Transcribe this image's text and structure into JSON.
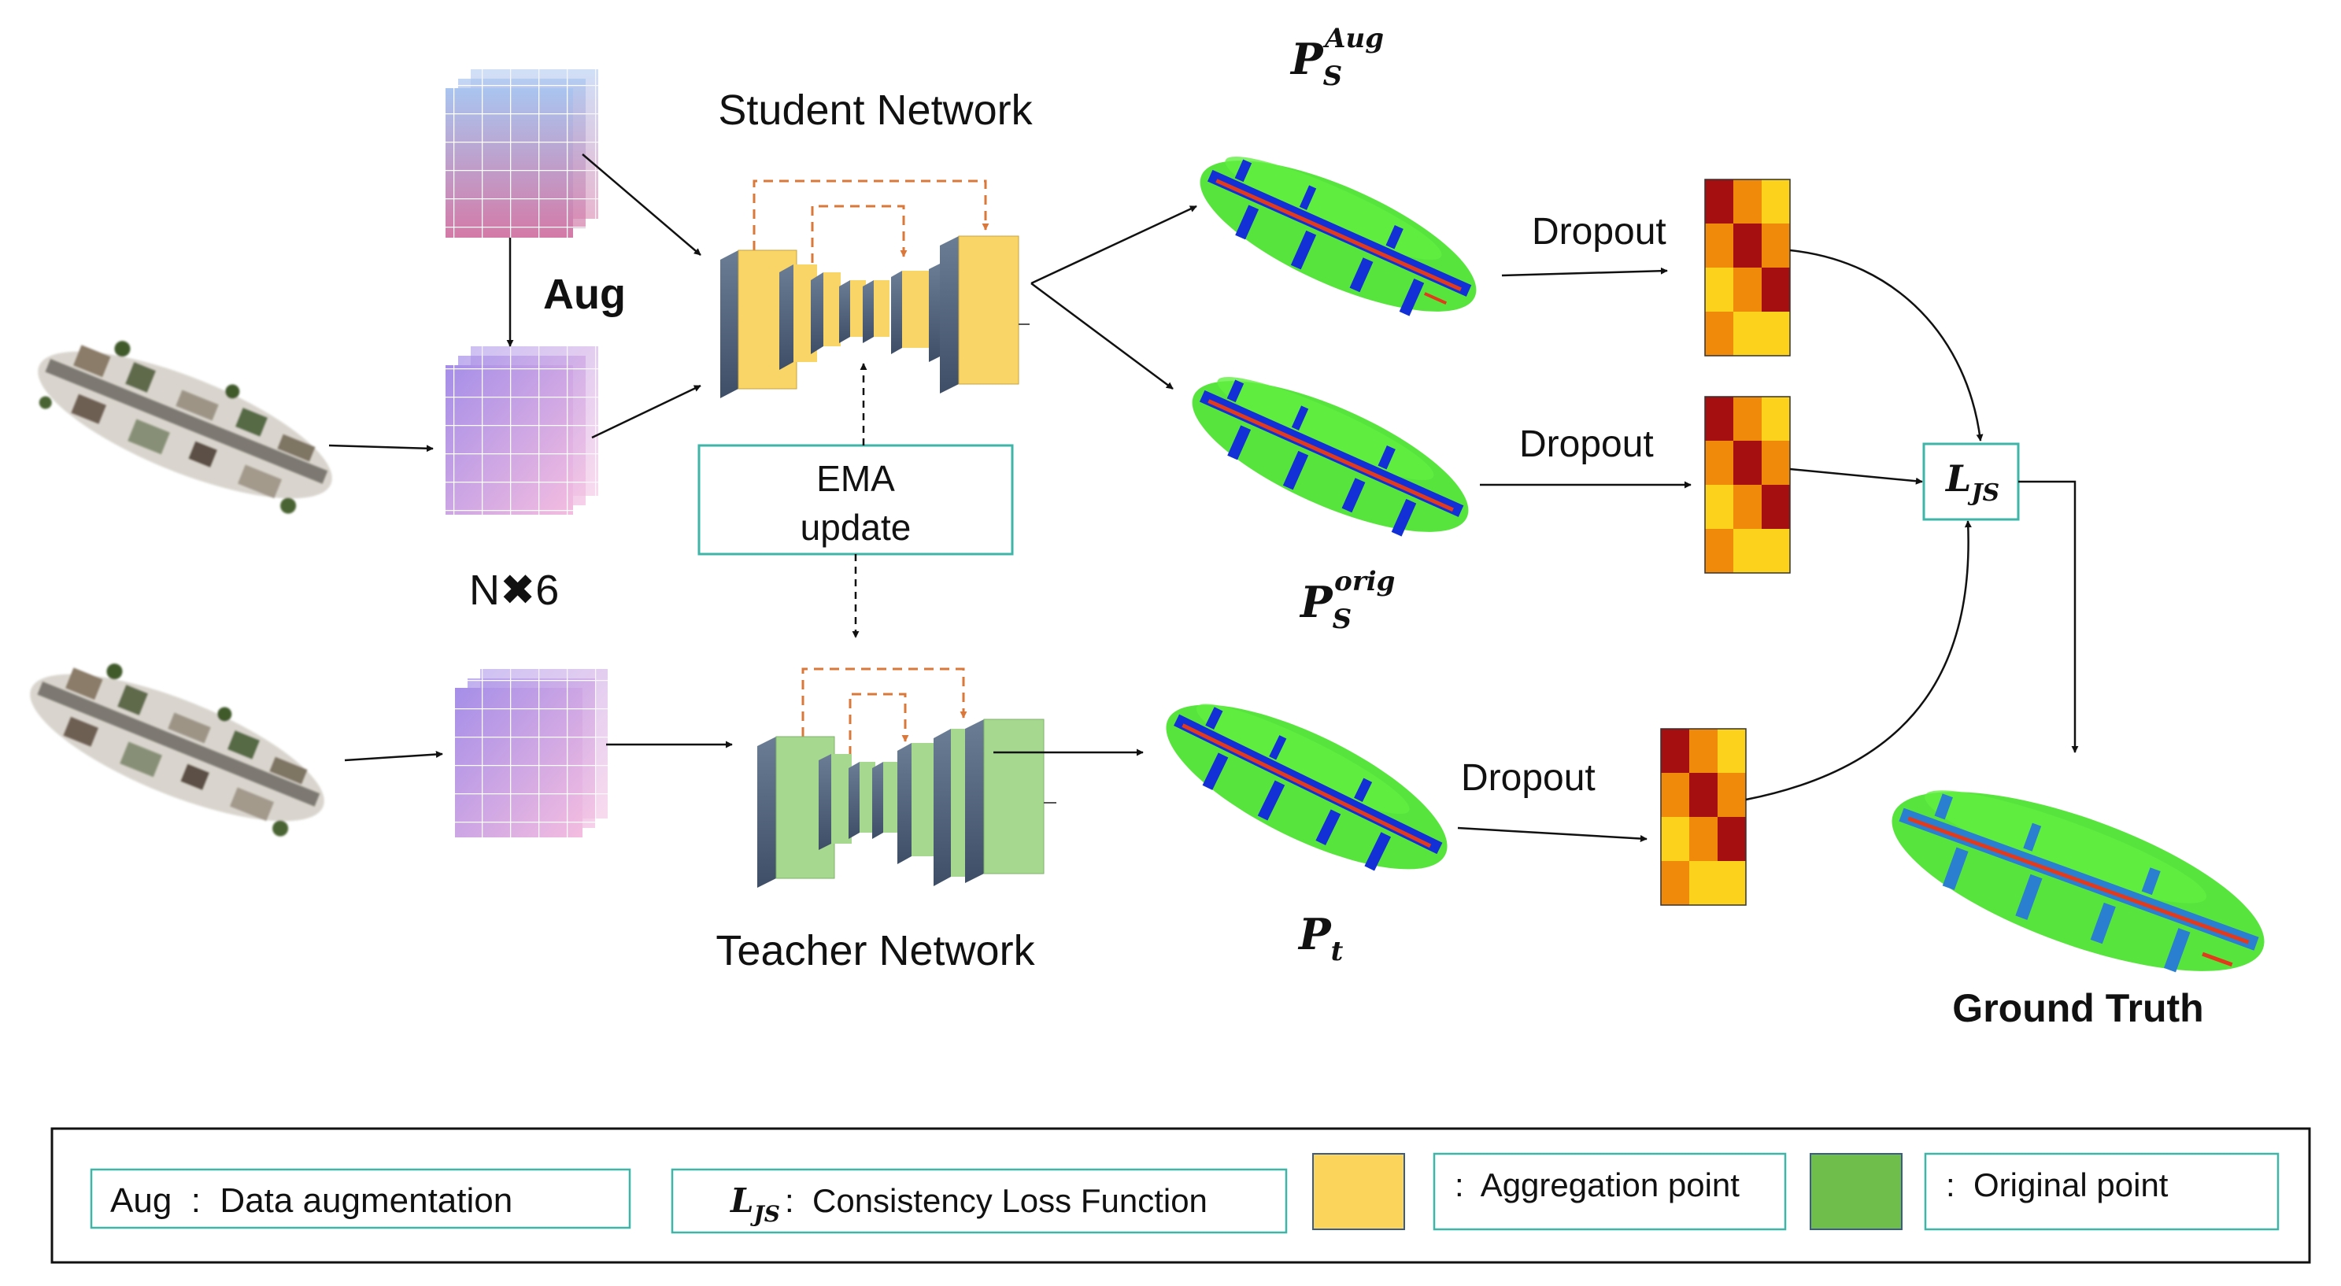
{
  "labels": {
    "student_network": "Student Network",
    "teacher_network": "Teacher Network",
    "aug": "Aug",
    "n_times_6": "N✖6",
    "ema_line1": "EMA",
    "ema_line2": "update",
    "dropout": "Dropout",
    "ground_truth": "Ground Truth",
    "loss_main": "L",
    "loss_sub": "JS",
    "ps_aug_main": "P",
    "ps_aug_sub": "S",
    "ps_aug_sup": "Aug",
    "ps_orig_main": "P",
    "ps_orig_sub": "S",
    "ps_orig_sup": "orig",
    "pt_main": "P",
    "pt_sub": "t"
  },
  "legend": {
    "aug_text": "Aug  :  Data augmentation",
    "ljs_main": "L",
    "ljs_sub": "JS",
    "ljs_text": ":  Consistency Loss Function",
    "aggregation_text": ":  Aggregation point",
    "original_text": ":  Original point"
  },
  "colors": {
    "student": "#f9d466",
    "teacher": "#a6d98f",
    "aggregation": "#fbd45c",
    "original": "#6fbd4a",
    "ema_border": "#3fb5a8",
    "skip_arrow": "#d9783a",
    "heat_dark": "#a50f0f",
    "heat_mid": "#f08a0a",
    "heat_light": "#fcd21c"
  }
}
